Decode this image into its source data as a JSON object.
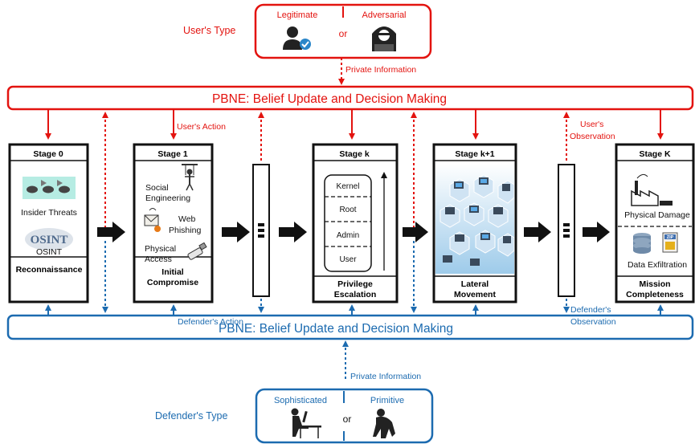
{
  "colors": {
    "red": "#e3130f",
    "blue": "#1c6bb0",
    "black": "#111111"
  },
  "user_type": {
    "label": "User's Type",
    "legitimate": "Legitimate",
    "adversarial": "Adversarial",
    "or": "or",
    "private_info": "Private Information"
  },
  "defender_type": {
    "label": "Defender's Type",
    "sophisticated": "Sophisticated",
    "primitive": "Primitive",
    "or": "or",
    "private_info": "Private Information"
  },
  "pbne_top": "PBNE: Belief Update and Decision Making",
  "pbne_bottom": "PBNE: Belief Update and Decision Making",
  "annotations": {
    "users_action": "User's Action",
    "users_observation_1": "User's",
    "users_observation_2": "Observation",
    "defenders_action": "Defender's Action",
    "defenders_observation_1": "Defender's",
    "defenders_observation_2": "Observation"
  },
  "stages": [
    {
      "title": "Stage 0",
      "items": [
        "Insider Threats",
        "OSINT"
      ],
      "footer": [
        "Reconnaissance"
      ]
    },
    {
      "title": "Stage 1",
      "items": [
        "Social",
        "Engineering",
        "Web",
        "Phishing",
        "Physical",
        "Access"
      ],
      "footer": [
        "Initial",
        "Compromise"
      ]
    },
    {
      "title": "Stage k",
      "items": [
        "Kernel",
        "Root",
        "Admin",
        "User"
      ],
      "footer": [
        "Privilege",
        "Escalation"
      ]
    },
    {
      "title": "Stage k+1",
      "items": [],
      "footer": [
        "Lateral",
        "Movement"
      ]
    },
    {
      "title": "Stage K",
      "items": [
        "Physical Damage",
        "Data Exfiltration"
      ],
      "footer": [
        "Mission",
        "Completeness"
      ]
    }
  ],
  "icons": [
    "user-check-icon",
    "hacker-icon",
    "sheep-wolf-icon",
    "osint-wordcloud-icon",
    "puppet-icon",
    "phishing-icon",
    "usb-icon",
    "network-grid-icon",
    "factory-icon",
    "database-icon",
    "zip-file-icon",
    "desk-worker-icon",
    "ape-icon"
  ]
}
